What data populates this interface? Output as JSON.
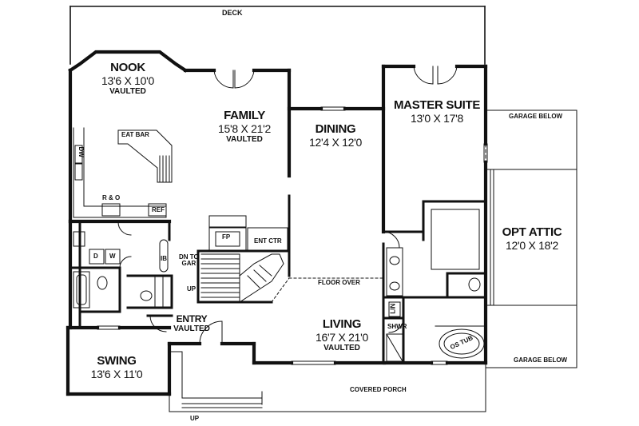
{
  "rooms": {
    "nook": {
      "name": "NOOK",
      "dims": "13'6 X 10'0",
      "note": "VAULTED"
    },
    "family": {
      "name": "FAMILY",
      "dims": "15'8 X 21'2",
      "note": "VAULTED"
    },
    "dining": {
      "name": "DINING",
      "dims": "12'4 X 12'0"
    },
    "master": {
      "name": "MASTER SUITE",
      "dims": "13'0 X 17'8"
    },
    "attic": {
      "name": "OPT ATTIC",
      "dims": "12'0 X 18'2"
    },
    "living": {
      "name": "LIVING",
      "dims": "16'7 X 21'0",
      "note": "VAULTED"
    },
    "entry": {
      "name": "ENTRY",
      "note": "VAULTED"
    },
    "swing": {
      "name": "SWING",
      "dims": "13'6 X 11'0"
    }
  },
  "labels": {
    "deck": "DECK",
    "garage_below_top": "GARAGE BELOW",
    "garage_below_bottom": "GARAGE BELOW",
    "covered_porch": "COVERED PORCH",
    "floor_over": "FLOOR OVER",
    "eat_bar": "EAT BAR",
    "dw": "DW",
    "r_and_o": "R & O",
    "ref": "REF",
    "fp": "FP",
    "ent_ctr": "ENT CTR",
    "dn_to_gar_1": "DN TO",
    "dn_to_gar_2": "GAR",
    "up_stair": "UP",
    "up_porch": "UP",
    "ib": "IB",
    "d": "D",
    "w": "W",
    "lin": "LIN",
    "shwr": "SHWR",
    "os_tub": "OS TUB"
  }
}
